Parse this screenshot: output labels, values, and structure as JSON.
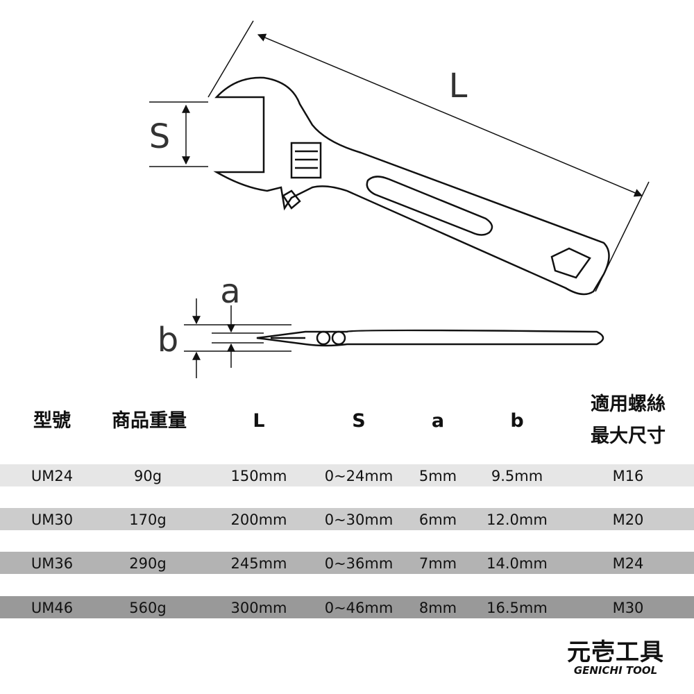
{
  "diagram": {
    "length_label": "L",
    "jaw_label": "S",
    "thickness_a_label": "a",
    "thickness_b_label": "b"
  },
  "table": {
    "headers": [
      "型號",
      "商品重量",
      "L",
      "S",
      "a",
      "b",
      "適用螺絲\n最大尺寸"
    ],
    "rows": [
      {
        "model": "UM24",
        "weight": "90g",
        "L": "150mm",
        "S": "0~24mm",
        "a": "5mm",
        "b": "9.5mm",
        "max": "M16",
        "color": "#e6e6e6"
      },
      {
        "model": "UM30",
        "weight": "170g",
        "L": "200mm",
        "S": "0~30mm",
        "a": "6mm",
        "b": "12.0mm",
        "max": "M20",
        "color": "#cccccc"
      },
      {
        "model": "UM36",
        "weight": "290g",
        "L": "245mm",
        "S": "0~36mm",
        "a": "7mm",
        "b": "14.0mm",
        "max": "M24",
        "color": "#b3b3b3"
      },
      {
        "model": "UM46",
        "weight": "560g",
        "L": "300mm",
        "S": "0~46mm",
        "a": "8mm",
        "b": "16.5mm",
        "max": "M30",
        "color": "#999999"
      }
    ]
  },
  "logo": {
    "chinese": "元壱工具",
    "english": "GENICHI TOOL"
  }
}
